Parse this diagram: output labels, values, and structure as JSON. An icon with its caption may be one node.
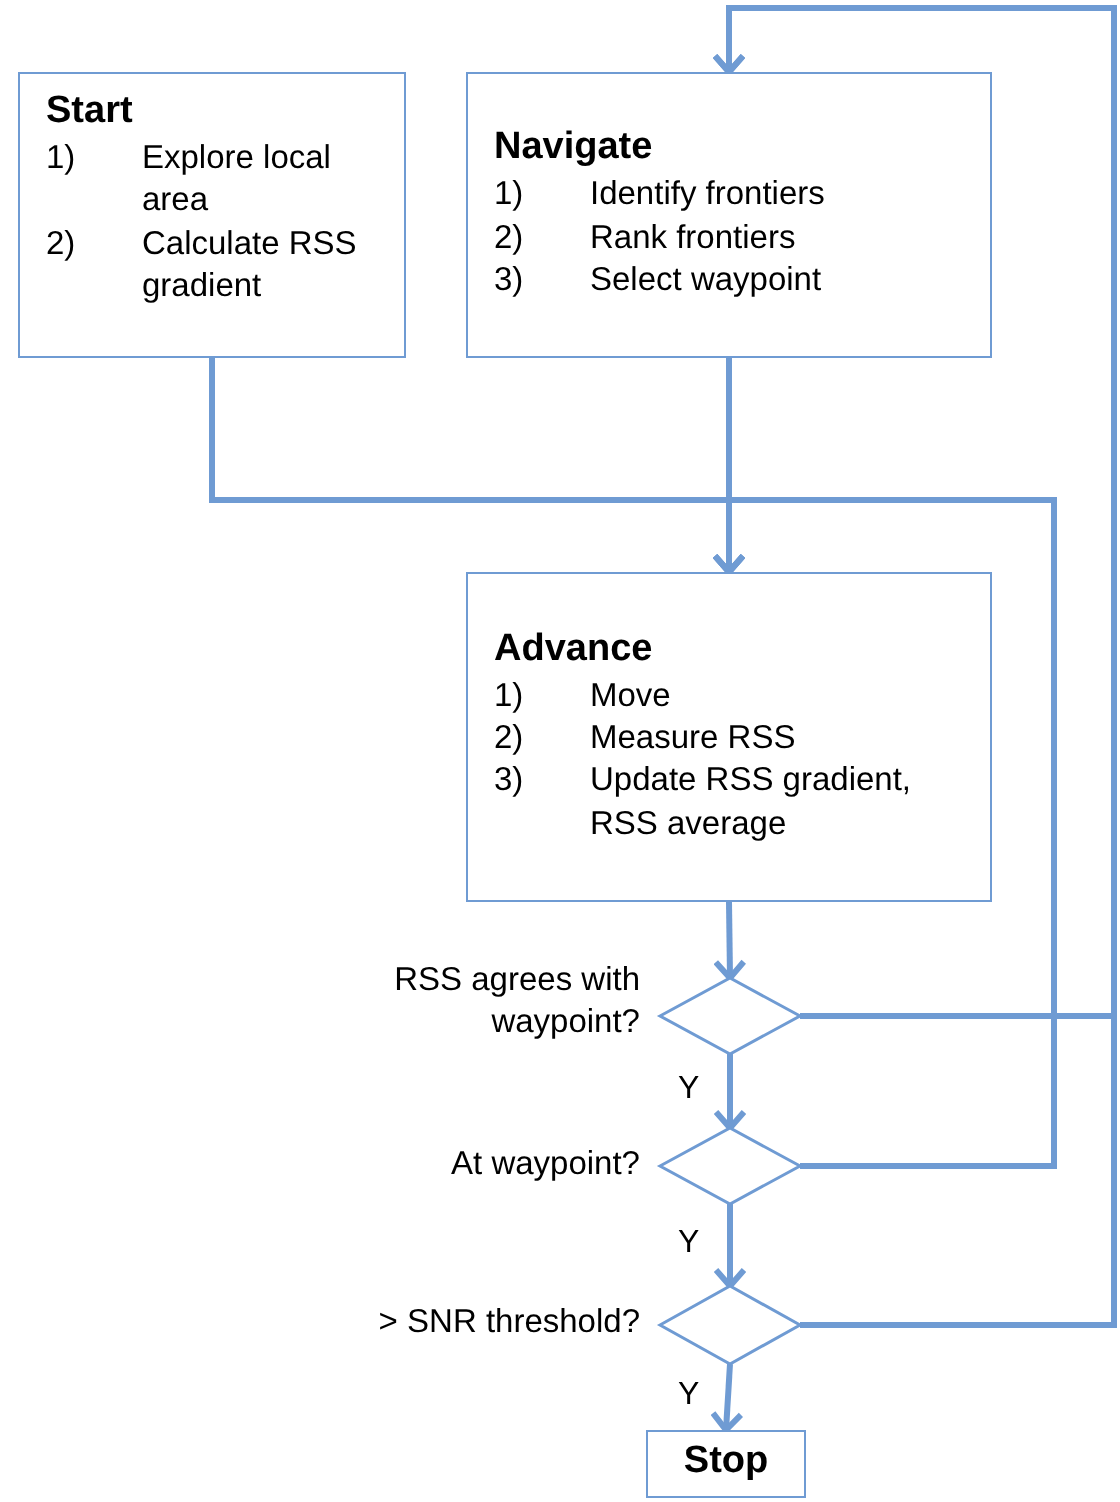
{
  "diagram": {
    "nodes": [
      {
        "text": [
          "Start",
          "1)",
          "Explore local area",
          "2)",
          "Calculate RSS gradient"
        ]
      },
      {
        "text": [
          "Navigate",
          "1)",
          "Identify frontiers",
          "2)",
          "Rank frontiers",
          "3)",
          "Select waypoint"
        ]
      },
      {
        "text": [
          "Advance",
          "1)",
          "Move",
          "2)",
          "Measure RSS",
          "3)",
          "Update RSS gradient, RSS average"
        ]
      },
      {
        "text": [],
        "shape": "diamond",
        "beside": [
          "RSS agrees with waypoint?"
        ]
      },
      {
        "text": [],
        "shape": "diamond",
        "beside": [
          "At waypoint?"
        ]
      },
      {
        "text": [],
        "shape": "diamond",
        "beside": [
          "> SNR threshold?"
        ]
      },
      {
        "text": [
          "Stop"
        ]
      }
    ],
    "edges": [
      {
        "from": 0,
        "to": 2,
        "arrow": "to"
      },
      {
        "from": 1,
        "to": 2,
        "arrow": "to"
      },
      {
        "from": 2,
        "to": 3,
        "arrow": "to"
      },
      {
        "from": 3,
        "to": 4,
        "arrow": "to",
        "label": "Y"
      },
      {
        "from": 4,
        "to": 5,
        "arrow": "to",
        "label": "Y"
      },
      {
        "from": 5,
        "to": 6,
        "arrow": "to",
        "label": "Y"
      },
      {
        "from": 3,
        "to": 1,
        "arrow": "to"
      },
      {
        "from": 5,
        "to": 1,
        "arrow": "to"
      },
      {
        "from": 4,
        "to": 2,
        "arrow": "to"
      }
    ]
  }
}
